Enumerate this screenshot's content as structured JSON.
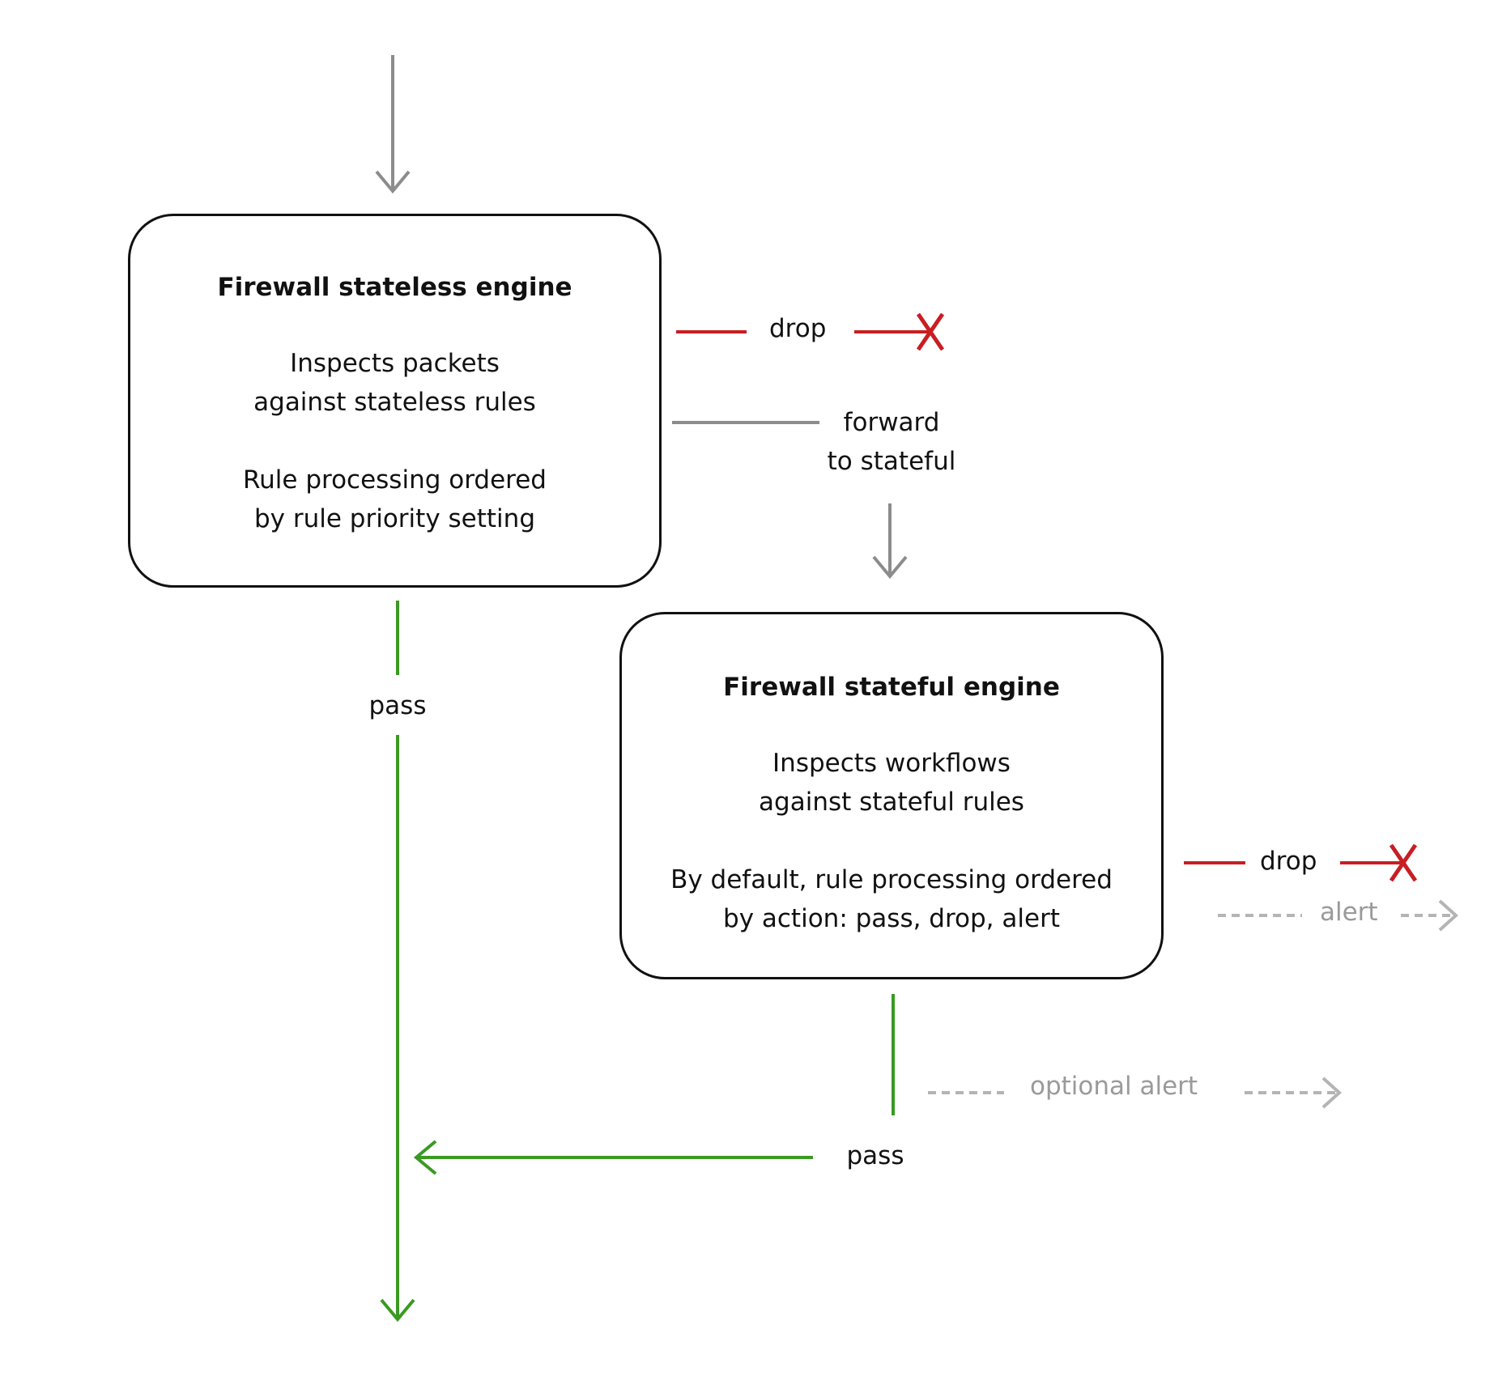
{
  "stateless_engine": {
    "title": "Firewall stateless engine",
    "desc1_line1": "Inspects packets",
    "desc1_line2": "against stateless rules",
    "desc2_line1": "Rule processing ordered",
    "desc2_line2": "by rule priority setting"
  },
  "stateful_engine": {
    "title": "Firewall stateful engine",
    "desc1_line1": "Inspects workflows",
    "desc1_line2": "against stateful rules",
    "desc2_line1": "By default, rule processing ordered",
    "desc2_line2": "by action: pass, drop, alert"
  },
  "labels": {
    "stateless_drop": "drop",
    "forward_line1": "forward",
    "forward_line2": "to stateful",
    "stateless_pass": "pass",
    "stateful_drop": "drop",
    "stateful_alert": "alert",
    "optional_alert": "optional alert",
    "stateful_pass": "pass"
  },
  "colors": {
    "flow": "#8c8c8c",
    "pass": "#3a9a22",
    "drop": "#c81e23",
    "alert": "#b4b4b4",
    "box_border": "#111111"
  }
}
